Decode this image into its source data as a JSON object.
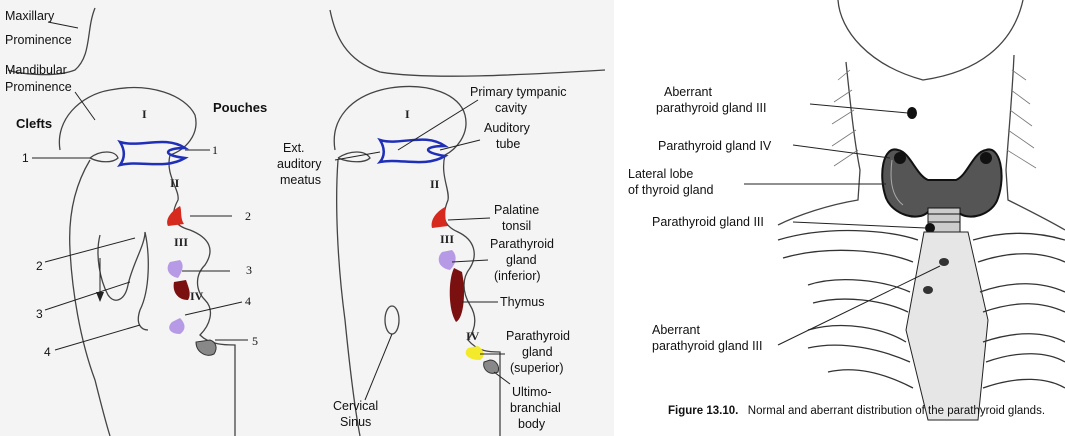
{
  "left": {
    "maxillary": [
      "Maxillary",
      "Prominence"
    ],
    "mandibular": [
      "Mandibular",
      "Prominence"
    ],
    "clefts": "Clefts",
    "pouches": "Pouches",
    "roman": [
      "I",
      "II",
      "III",
      "IV"
    ],
    "cleft_numbers": [
      "1",
      "2",
      "3",
      "4"
    ],
    "pouch_numbers": [
      "1",
      "2",
      "3",
      "4",
      "5"
    ],
    "ext_meatus": [
      "Ext.",
      "auditory",
      "meatus"
    ],
    "primary_tympanic": [
      "Primary tympanic",
      "cavity"
    ],
    "auditory_tube": [
      "Auditory",
      "tube"
    ],
    "palatine_tonsil": [
      "Palatine",
      "tonsil"
    ],
    "parathyroid_inferior": [
      "Parathyroid",
      "gland",
      "(inferior)"
    ],
    "thymus": "Thymus",
    "parathyroid_superior": [
      "Parathyroid",
      "gland",
      "(superior)"
    ],
    "ultimobranchial": [
      "Ultimo-",
      "branchial",
      "body"
    ],
    "cervical_sinus": [
      "Cervical",
      "Sinus"
    ],
    "colors": {
      "auditory": "#1f2fb8",
      "tonsil": "#d62a1e",
      "parathyroid_inferior": "#b69ae6",
      "thymus": "#7a1010",
      "parathyroid_superior": "#f2ea2a"
    }
  },
  "right": {
    "aberrant_top": [
      "Aberrant",
      "parathyroid gland III"
    ],
    "gland_iv": "Parathyroid gland IV",
    "lateral_lobe": [
      "Lateral lobe",
      "of thyroid gland"
    ],
    "gland_iii": "Parathyroid gland III",
    "aberrant_bottom": [
      "Aberrant",
      "parathyroid gland III"
    ],
    "caption_bold": "Figure 13.10.",
    "caption_text": "Normal and aberrant distribution of the parathyroid glands."
  }
}
